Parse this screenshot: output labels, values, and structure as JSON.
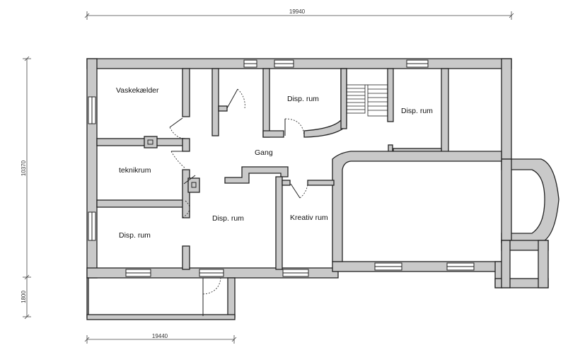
{
  "dimensions": {
    "top": "19940",
    "bottom": "19440",
    "left_main": "10370",
    "left_lower": "1800"
  },
  "rooms": {
    "vaskekaelder": "Vaskekælder",
    "teknikrum": "teknikrum",
    "disp_left_lower": "Disp. rum",
    "disp_center": "Disp. rum",
    "gang": "Gang",
    "disp_top_center": "Disp. rum",
    "disp_top_right": "Disp. rum",
    "kreativ": "Kreativ rum"
  },
  "colors": {
    "wall_fill": "#c9c9c9",
    "line": "#222222"
  }
}
